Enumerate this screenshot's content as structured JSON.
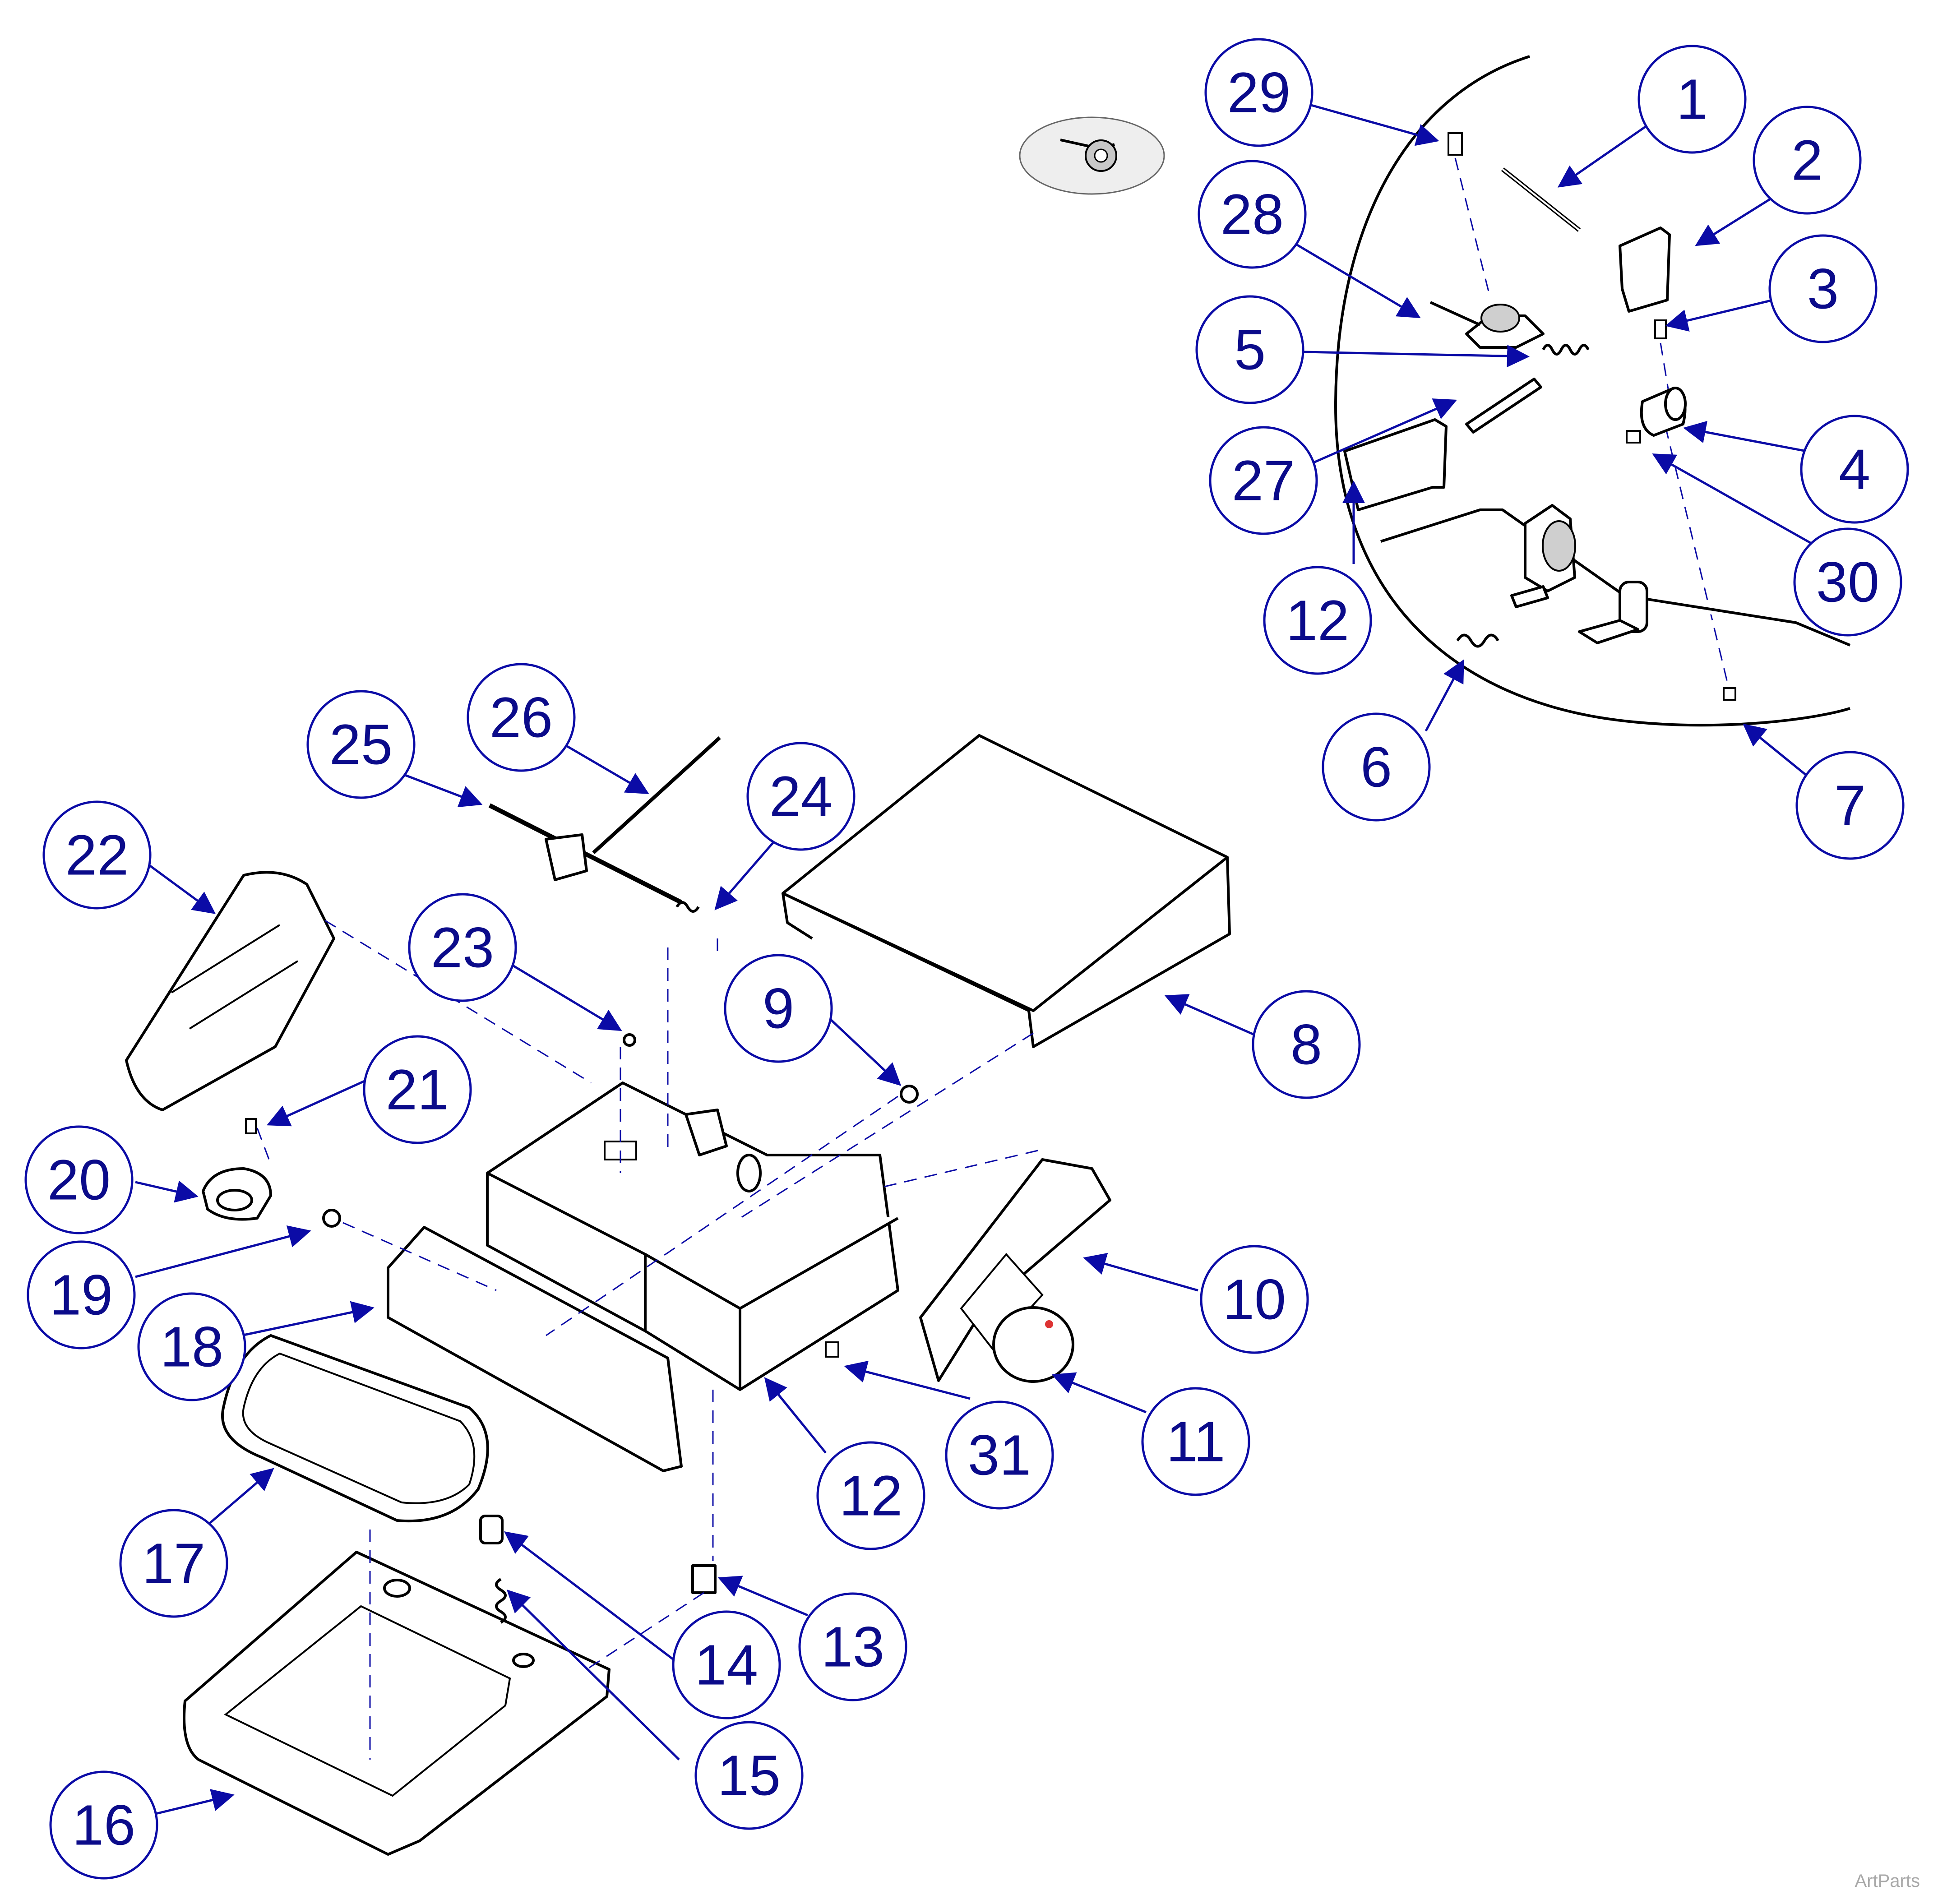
{
  "diagram": {
    "callouts": [
      {
        "id": "c1",
        "label": "1"
      },
      {
        "id": "c2",
        "label": "2"
      },
      {
        "id": "c3",
        "label": "3"
      },
      {
        "id": "c4",
        "label": "4"
      },
      {
        "id": "c5",
        "label": "5"
      },
      {
        "id": "c6",
        "label": "6"
      },
      {
        "id": "c7",
        "label": "7"
      },
      {
        "id": "c8",
        "label": "8"
      },
      {
        "id": "c9",
        "label": "9"
      },
      {
        "id": "c10",
        "label": "10"
      },
      {
        "id": "c11",
        "label": "11"
      },
      {
        "id": "c12a",
        "label": "12"
      },
      {
        "id": "c12b",
        "label": "12"
      },
      {
        "id": "c13",
        "label": "13"
      },
      {
        "id": "c14",
        "label": "14"
      },
      {
        "id": "c15",
        "label": "15"
      },
      {
        "id": "c16",
        "label": "16"
      },
      {
        "id": "c17",
        "label": "17"
      },
      {
        "id": "c18",
        "label": "18"
      },
      {
        "id": "c19",
        "label": "19"
      },
      {
        "id": "c20",
        "label": "20"
      },
      {
        "id": "c21",
        "label": "21"
      },
      {
        "id": "c22",
        "label": "22"
      },
      {
        "id": "c23",
        "label": "23"
      },
      {
        "id": "c24",
        "label": "24"
      },
      {
        "id": "c25",
        "label": "25"
      },
      {
        "id": "c26",
        "label": "26"
      },
      {
        "id": "c27",
        "label": "27"
      },
      {
        "id": "c28",
        "label": "28"
      },
      {
        "id": "c29",
        "label": "29"
      },
      {
        "id": "c30",
        "label": "30"
      },
      {
        "id": "c31",
        "label": "31"
      }
    ],
    "colors": {
      "callout": "#0b0ba6",
      "text": "#0b0b8a",
      "line": "#000000"
    }
  },
  "watermark": "ArtParts"
}
